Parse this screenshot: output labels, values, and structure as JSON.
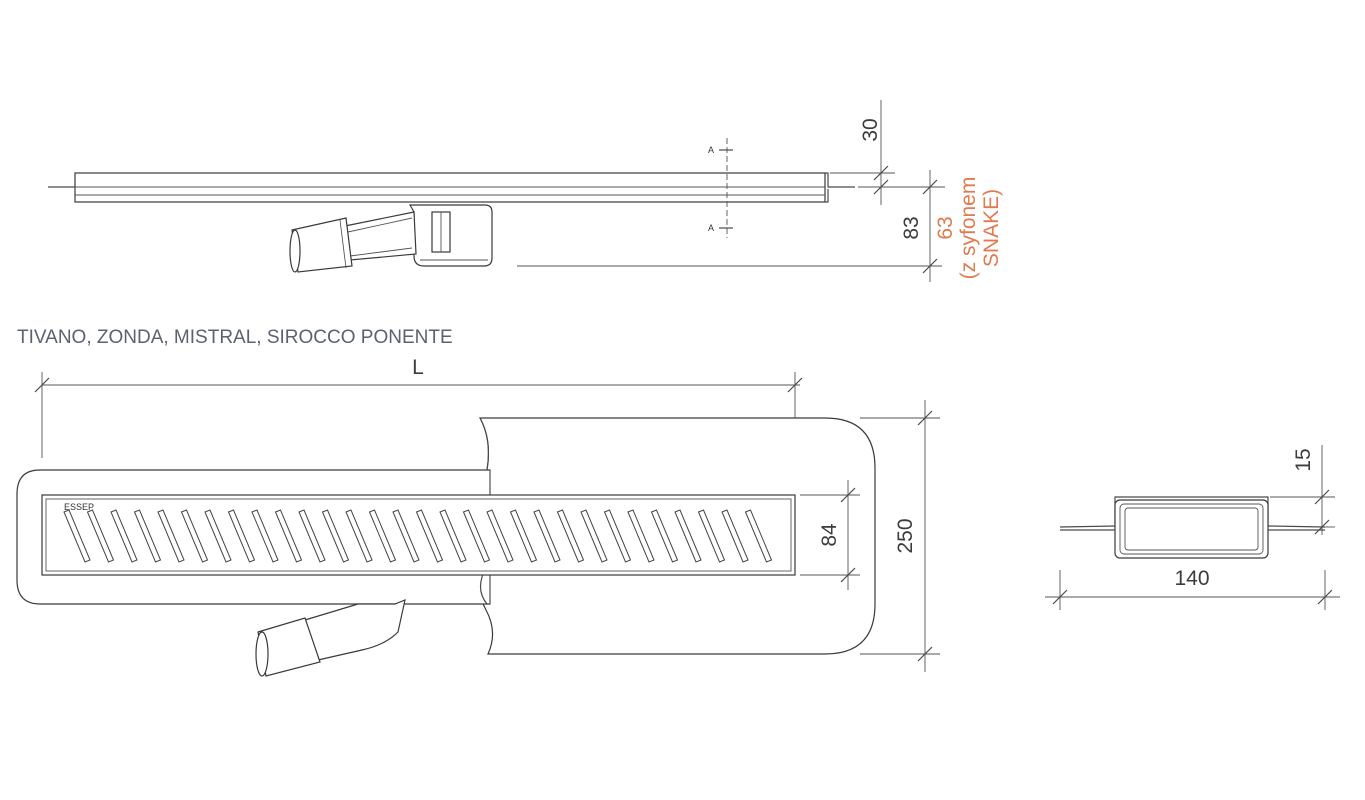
{
  "title": "TIVANO, ZONDA, MISTRAL, SIROCCO PONENTE",
  "side_view": {
    "section_mark": "A",
    "dim_top": "30",
    "dim_height": "83",
    "dim_siphon_value": "63",
    "dim_siphon_note_1": "(z syfonem",
    "dim_siphon_note_2": "SNAKE)",
    "accent_color": "#e07b4f"
  },
  "top_view": {
    "dim_length": "L",
    "dim_grate_width": "84",
    "dim_total_width": "250",
    "grate_label": "ESSEP"
  },
  "section_view": {
    "dim_depth": "15",
    "dim_width": "140"
  }
}
